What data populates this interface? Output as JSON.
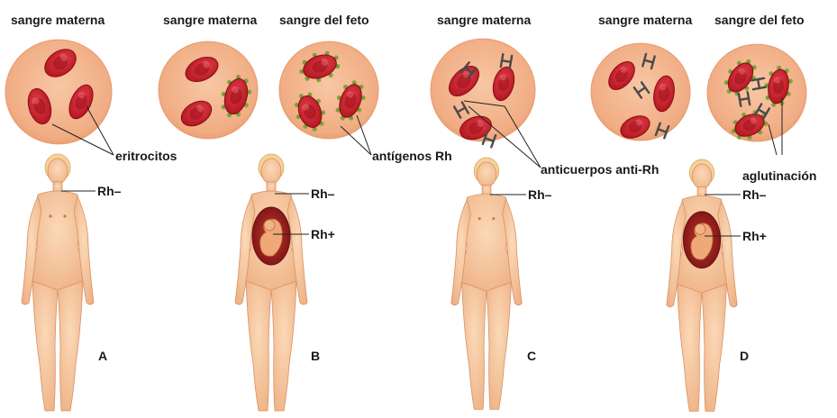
{
  "labels": {
    "maternal_blood": "sangre materna",
    "fetal_blood": "sangre del feto",
    "erythrocytes": "eritrocitos",
    "rh_antigens": "antígenos Rh",
    "anti_rh_antibodies": "anticuerpos anti-Rh",
    "agglutination": "aglutinación",
    "rh_negative": "Rh–",
    "rh_positive": "Rh+"
  },
  "panels": {
    "a": "A",
    "b": "B",
    "c": "C",
    "d": "D"
  },
  "colors": {
    "circle_fill": "#f3b48c",
    "circle_edge": "#e79b70",
    "cell_fill": "#c8202b",
    "cell_center": "#8f0f18",
    "antigen": "#7fa63a",
    "antibody": "#4a4a4a",
    "skin": "#f7c9a0",
    "skin_shade": "#eaa676",
    "womb": "#9b1c1f"
  }
}
